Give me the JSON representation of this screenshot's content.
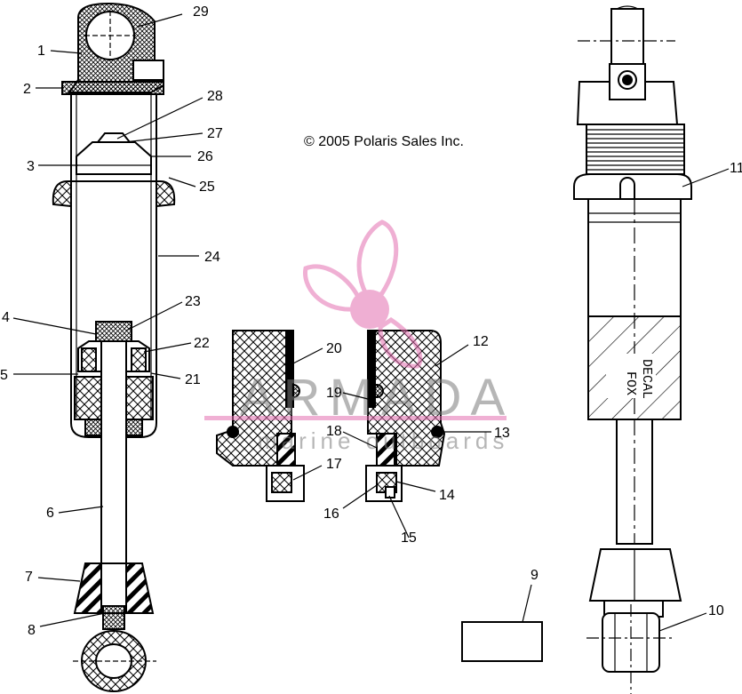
{
  "copyright": "© 2005 Polaris Sales Inc.",
  "watermark": {
    "brand": "ARMADA",
    "tagline": "marine outboards"
  },
  "decal_text": {
    "line1": "DECAL",
    "line2": "FOX"
  },
  "callouts": [
    {
      "id": "1",
      "label": "1"
    },
    {
      "id": "2",
      "label": "2"
    },
    {
      "id": "3",
      "label": "3"
    },
    {
      "id": "4",
      "label": "4"
    },
    {
      "id": "5",
      "label": "5"
    },
    {
      "id": "6",
      "label": "6"
    },
    {
      "id": "7",
      "label": "7"
    },
    {
      "id": "8",
      "label": "8"
    },
    {
      "id": "9",
      "label": "9"
    },
    {
      "id": "10",
      "label": "10"
    },
    {
      "id": "11",
      "label": "11"
    },
    {
      "id": "12",
      "label": "12"
    },
    {
      "id": "13",
      "label": "13"
    },
    {
      "id": "14",
      "label": "14"
    },
    {
      "id": "15",
      "label": "15"
    },
    {
      "id": "16",
      "label": "16"
    },
    {
      "id": "17",
      "label": "17"
    },
    {
      "id": "18",
      "label": "18"
    },
    {
      "id": "19",
      "label": "19"
    },
    {
      "id": "20",
      "label": "20"
    },
    {
      "id": "21",
      "label": "21"
    },
    {
      "id": "22",
      "label": "22"
    },
    {
      "id": "23",
      "label": "23"
    },
    {
      "id": "24",
      "label": "24"
    },
    {
      "id": "25",
      "label": "25"
    },
    {
      "id": "26",
      "label": "26"
    },
    {
      "id": "27",
      "label": "27"
    },
    {
      "id": "28",
      "label": "28"
    },
    {
      "id": "29",
      "label": "29"
    }
  ],
  "colors": {
    "ink": "#000000",
    "watermark_pink": "#e36fb0",
    "watermark_gray": "#7a7a7a"
  }
}
